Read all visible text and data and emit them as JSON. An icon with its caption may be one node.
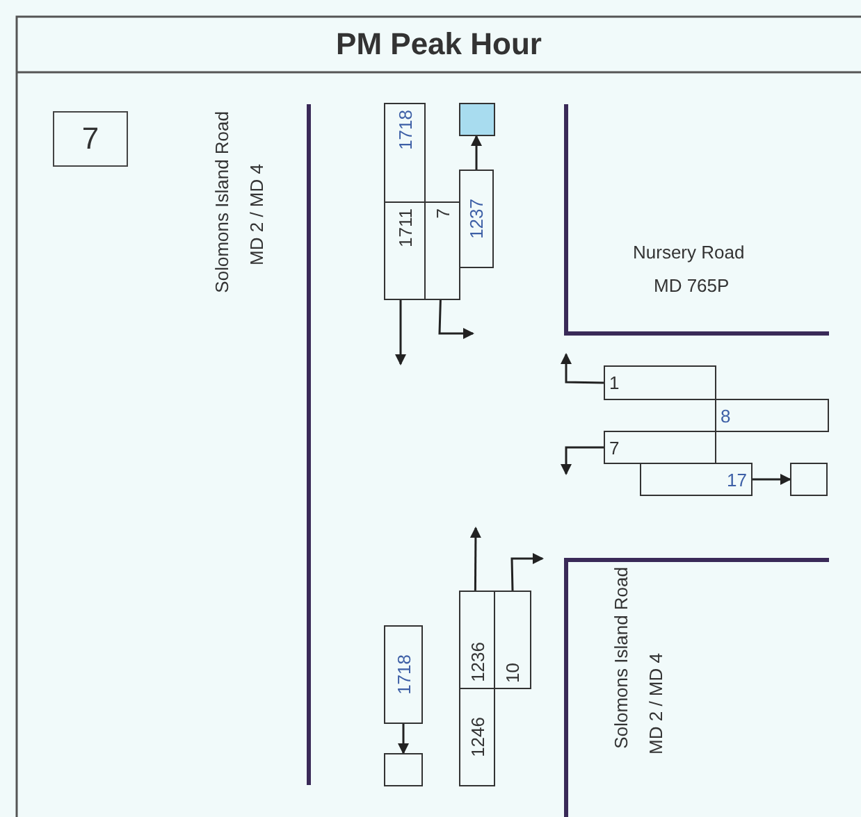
{
  "diagram": {
    "title": "PM Peak Hour",
    "nodes": [
      {
        "text": [
          "7"
        ]
      },
      {
        "text": [
          "1718"
        ]
      },
      {
        "text": [
          "1711"
        ]
      },
      {
        "text": [
          "7"
        ]
      },
      {
        "text": [
          "1237"
        ]
      },
      {
        "text": [],
        "shape": "box"
      },
      {
        "text": [
          "1"
        ]
      },
      {
        "text": [
          "8"
        ]
      },
      {
        "text": [
          "7"
        ]
      },
      {
        "text": [
          "17"
        ]
      },
      {
        "text": [],
        "shape": "box"
      },
      {
        "text": [
          "1718"
        ]
      },
      {
        "text": [],
        "shape": "box"
      },
      {
        "text": [
          "1236"
        ]
      },
      {
        "text": [
          "10"
        ]
      },
      {
        "text": [
          "1246"
        ]
      }
    ],
    "edges": [
      {
        "from": 4,
        "to": 5,
        "arrow": "to"
      },
      {
        "from": 2,
        "to": null,
        "arrow": "to"
      },
      {
        "from": 3,
        "to": null,
        "arrow": "to"
      },
      {
        "from": 6,
        "to": null,
        "arrow": "to"
      },
      {
        "from": 8,
        "to": null,
        "arrow": "to"
      },
      {
        "from": 9,
        "to": 10,
        "arrow": "to"
      },
      {
        "from": 11,
        "to": 12,
        "arrow": "to"
      },
      {
        "from": 13,
        "to": null,
        "arrow": "to"
      },
      {
        "from": 14,
        "to": null,
        "arrow": "to"
      }
    ],
    "labels": [
      "Solomons Island Road",
      "MD 2 / MD 4",
      "Nursery Road",
      "MD 765P",
      "Solomons Island Road",
      "MD 2 / MD 4"
    ]
  }
}
